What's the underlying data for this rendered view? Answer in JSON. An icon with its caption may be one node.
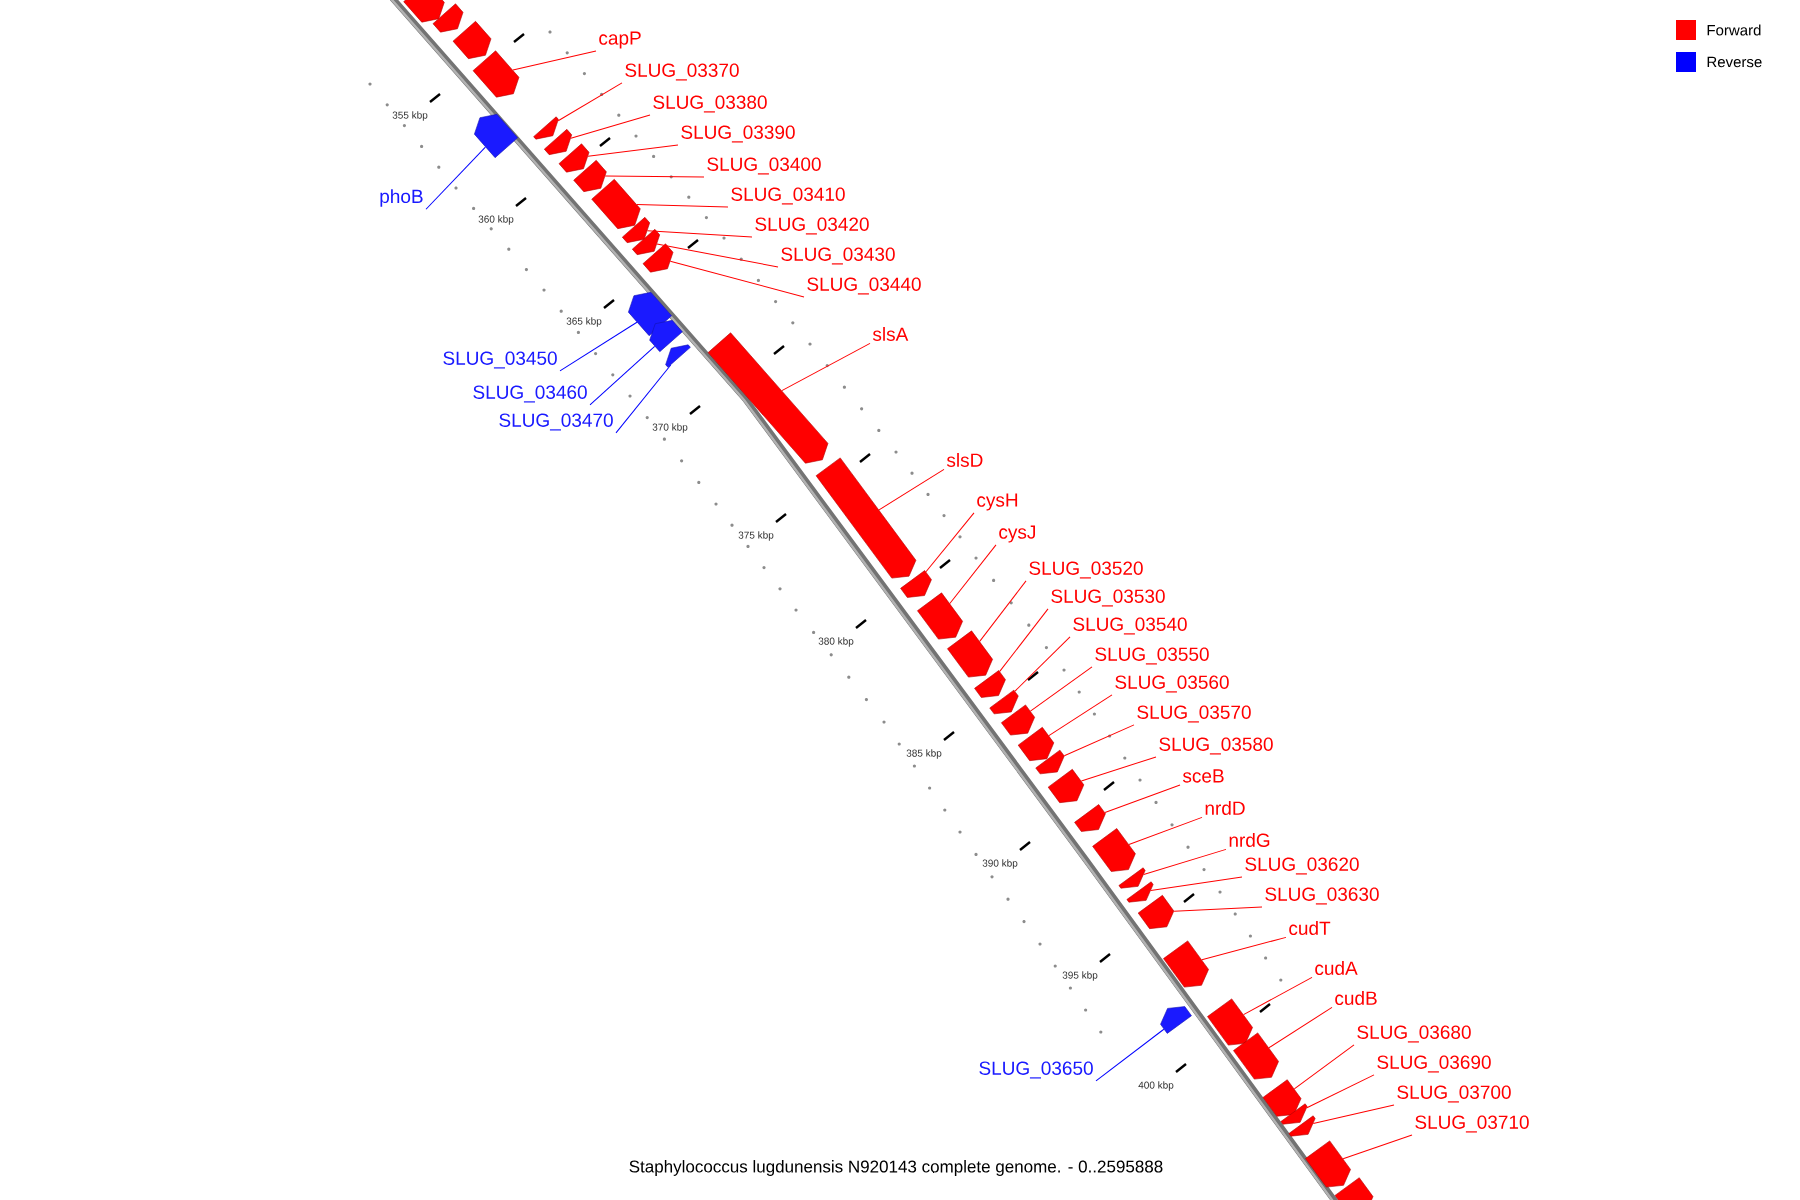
{
  "diagram": {
    "caption": "Staphylococcus lugdunensis N920143 complete genome. - 0..2595888",
    "nodes": [
      {
        "text": [
          "capP"
        ]
      },
      {
        "text": [],
        "shape": "arrow"
      },
      {
        "text": [
          "SLUG_03370"
        ]
      },
      {
        "text": [],
        "shape": "arrow"
      },
      {
        "text": [
          "SLUG_03380"
        ]
      },
      {
        "text": [],
        "shape": "arrow"
      },
      {
        "text": [
          "SLUG_03390"
        ]
      },
      {
        "text": [],
        "shape": "arrow"
      },
      {
        "text": [
          "SLUG_03400"
        ]
      },
      {
        "text": [],
        "shape": "arrow"
      },
      {
        "text": [
          "SLUG_03410"
        ]
      },
      {
        "text": [],
        "shape": "arrow"
      },
      {
        "text": [
          "phoB"
        ]
      },
      {
        "text": [],
        "shape": "arrow"
      },
      {
        "text": [
          "SLUG_03420"
        ]
      },
      {
        "text": [],
        "shape": "arrow"
      },
      {
        "text": [
          "SLUG_03430"
        ]
      },
      {
        "text": [],
        "shape": "arrow"
      },
      {
        "text": [
          "SLUG_03440"
        ]
      },
      {
        "text": [],
        "shape": "arrow"
      },
      {
        "text": [
          "slsA"
        ]
      },
      {
        "text": [],
        "shape": "arrow"
      },
      {
        "text": [
          "SLUG_03450"
        ]
      },
      {
        "text": [],
        "shape": "arrow"
      },
      {
        "text": [
          "SLUG_03460"
        ]
      },
      {
        "text": [],
        "shape": "arrow"
      },
      {
        "text": [
          "SLUG_03470"
        ]
      },
      {
        "text": [],
        "shape": "arrow"
      },
      {
        "text": [
          "slsD"
        ]
      },
      {
        "text": [],
        "shape": "arrow"
      },
      {
        "text": [
          "cysH"
        ]
      },
      {
        "text": [],
        "shape": "arrow"
      },
      {
        "text": [
          "cysJ"
        ]
      },
      {
        "text": [],
        "shape": "arrow"
      },
      {
        "text": [
          "SLUG_03520"
        ]
      },
      {
        "text": [],
        "shape": "arrow"
      },
      {
        "text": [
          "SLUG_03530"
        ]
      },
      {
        "text": [],
        "shape": "arrow"
      },
      {
        "text": [
          "SLUG_03540"
        ]
      },
      {
        "text": [],
        "shape": "arrow"
      },
      {
        "text": [
          "SLUG_03550"
        ]
      },
      {
        "text": [],
        "shape": "arrow"
      },
      {
        "text": [
          "SLUG_03560"
        ]
      },
      {
        "text": [],
        "shape": "arrow"
      },
      {
        "text": [
          "SLUG_03570"
        ]
      },
      {
        "text": [],
        "shape": "arrow"
      },
      {
        "text": [
          "SLUG_03580"
        ]
      },
      {
        "text": [],
        "shape": "arrow"
      },
      {
        "text": [
          "sceB"
        ]
      },
      {
        "text": [],
        "shape": "arrow"
      },
      {
        "text": [
          "nrdD"
        ]
      },
      {
        "text": [],
        "shape": "arrow"
      },
      {
        "text": [
          "nrdG"
        ]
      },
      {
        "text": [],
        "shape": "arrow"
      },
      {
        "text": [
          "SLUG_03620"
        ]
      },
      {
        "text": [],
        "shape": "arrow"
      },
      {
        "text": [
          "SLUG_03630"
        ]
      },
      {
        "text": [],
        "shape": "arrow"
      },
      {
        "text": [
          "cudT"
        ]
      },
      {
        "text": [],
        "shape": "arrow"
      },
      {
        "text": [
          "cudA"
        ]
      },
      {
        "text": [],
        "shape": "arrow"
      },
      {
        "text": [
          "cudB"
        ]
      },
      {
        "text": [],
        "shape": "arrow"
      },
      {
        "text": [
          "SLUG_03680"
        ]
      },
      {
        "text": [],
        "shape": "arrow"
      },
      {
        "text": [
          "SLUG_03690"
        ]
      },
      {
        "text": [],
        "shape": "arrow"
      },
      {
        "text": [
          "SLUG_03650"
        ]
      },
      {
        "text": [],
        "shape": "arrow"
      },
      {
        "text": [
          "SLUG_03700"
        ]
      },
      {
        "text": [],
        "shape": "arrow"
      },
      {
        "text": [
          "SLUG_03710"
        ]
      },
      {
        "text": [],
        "shape": "arrow"
      },
      {
        "text": [],
        "shape": "arrow"
      },
      {
        "text": [],
        "shape": "arrow"
      },
      {
        "text": [],
        "shape": "arrow"
      },
      {
        "text": [],
        "shape": "arrow"
      }
    ],
    "edges": [
      {
        "from": 0,
        "to": 1,
        "arrow": "none"
      },
      {
        "from": 2,
        "to": 3,
        "arrow": "none"
      },
      {
        "from": 4,
        "to": 5,
        "arrow": "none"
      },
      {
        "from": 6,
        "to": 7,
        "arrow": "none"
      },
      {
        "from": 8,
        "to": 9,
        "arrow": "none"
      },
      {
        "from": 10,
        "to": 11,
        "arrow": "none"
      },
      {
        "from": 12,
        "to": 13,
        "arrow": "none",
        "color": "#0000ff"
      },
      {
        "from": 14,
        "to": 15,
        "arrow": "none"
      },
      {
        "from": 16,
        "to": 17,
        "arrow": "none"
      },
      {
        "from": 18,
        "to": 19,
        "arrow": "none"
      },
      {
        "from": 20,
        "to": 21,
        "arrow": "none"
      },
      {
        "from": 22,
        "to": 23,
        "arrow": "none",
        "color": "#0000ff"
      },
      {
        "from": 24,
        "to": 25,
        "arrow": "none",
        "color": "#0000ff"
      },
      {
        "from": 26,
        "to": 27,
        "arrow": "none",
        "color": "#0000ff"
      },
      {
        "from": 28,
        "to": 29,
        "arrow": "none"
      },
      {
        "from": 30,
        "to": 31,
        "arrow": "none"
      },
      {
        "from": 32,
        "to": 33,
        "arrow": "none"
      },
      {
        "from": 34,
        "to": 35,
        "arrow": "none"
      },
      {
        "from": 36,
        "to": 37,
        "arrow": "none"
      },
      {
        "from": 38,
        "to": 39,
        "arrow": "none"
      },
      {
        "from": 40,
        "to": 41,
        "arrow": "none"
      },
      {
        "from": 42,
        "to": 43,
        "arrow": "none"
      },
      {
        "from": 44,
        "to": 45,
        "arrow": "none"
      },
      {
        "from": 46,
        "to": 47,
        "arrow": "none"
      },
      {
        "from": 48,
        "to": 49,
        "arrow": "none"
      },
      {
        "from": 50,
        "to": 51,
        "arrow": "none"
      },
      {
        "from": 52,
        "to": 53,
        "arrow": "none"
      },
      {
        "from": 54,
        "to": 55,
        "arrow": "none"
      },
      {
        "from": 56,
        "to": 57,
        "arrow": "none"
      },
      {
        "from": 58,
        "to": 59,
        "arrow": "none"
      },
      {
        "from": 60,
        "to": 61,
        "arrow": "none"
      },
      {
        "from": 62,
        "to": 63,
        "arrow": "none"
      },
      {
        "from": 64,
        "to": 65,
        "arrow": "none"
      },
      {
        "from": 66,
        "to": 67,
        "arrow": "none"
      },
      {
        "from": 68,
        "to": 69,
        "arrow": "none",
        "color": "#0000ff"
      },
      {
        "from": 70,
        "to": 71,
        "arrow": "none"
      },
      {
        "from": 72,
        "to": 73,
        "arrow": "none"
      }
    ],
    "labels": [
      "355 kbp",
      "360 kbp",
      "365 kbp",
      "370 kbp",
      "375 kbp",
      "380 kbp",
      "385 kbp",
      "390 kbp",
      "395 kbp",
      "400 kbp"
    ],
    "legend": [
      {
        "text": "Forward",
        "color": "#ff0000"
      },
      {
        "text": "Reverse",
        "color": "#0000ff"
      }
    ]
  }
}
